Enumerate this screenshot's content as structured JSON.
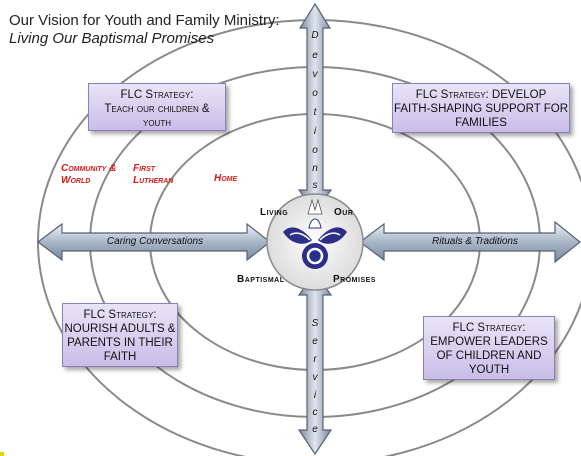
{
  "header": {
    "title": "Our Vision for Youth and Family Ministry:",
    "subtitle": "Living Our Baptismal Promises"
  },
  "strategies": [
    {
      "heading": "FLC Strategy:",
      "body": "Teach our children & youth"
    },
    {
      "heading": "FLC Strategy: DEVELOP",
      "body": "FAITH-SHAPING SUPPORT FOR FAMILIES"
    },
    {
      "heading": "FLC Strategy:",
      "body": "NOURISH ADULTS & PARENTS IN THEIR FAITH"
    },
    {
      "heading": "FLC Strategy:",
      "body": "EMPOWER LEADERS OF CHILDREN AND YOUTH"
    }
  ],
  "zones": {
    "community": "Community & World",
    "first_lutheran": "First Lutheran",
    "home": "Home"
  },
  "arrows": {
    "left": "Caring Conversations",
    "right": "Rituals & Traditions",
    "top_letters": [
      "D",
      "e",
      "v",
      "o",
      "t",
      "i",
      "o",
      "n",
      "s"
    ],
    "bottom_letters": [
      "S",
      "e",
      "r",
      "v",
      "i",
      "c",
      "e"
    ]
  },
  "center": {
    "living": "Living",
    "our": "Our",
    "baptismal": "Baptismal",
    "promises": "Promises"
  },
  "icons": {
    "center_emblem": "dove-icon"
  },
  "colors": {
    "ring": "#7d7d7d",
    "arrow_fill": "#a9b6c8",
    "arrow_stroke": "#556274",
    "box_fill": "#d9d1f0",
    "zone_text": "#d91a1a",
    "emblem": "#2b2f8a"
  }
}
